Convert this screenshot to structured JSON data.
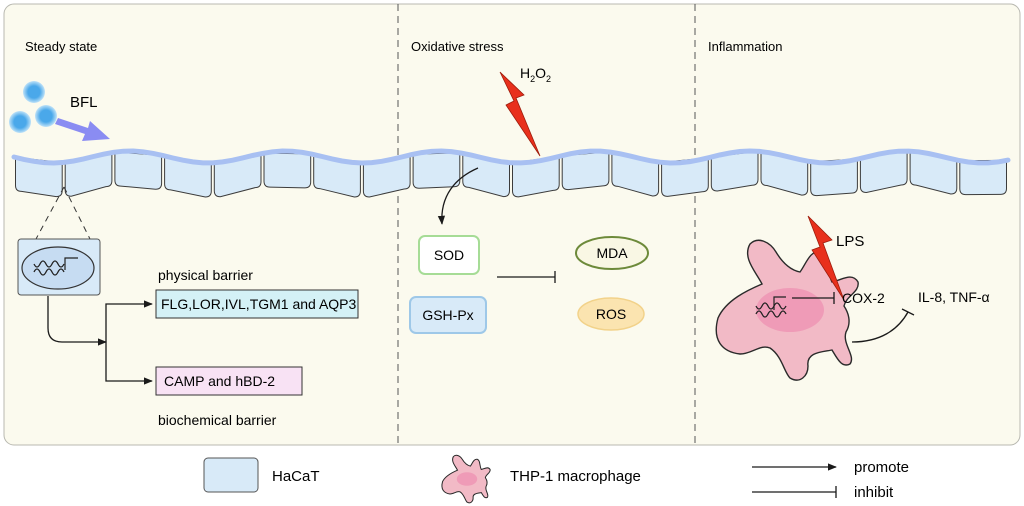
{
  "panels": [
    {
      "title": "Steady state"
    },
    {
      "title": "Oxidative stress"
    },
    {
      "title": "Inflammation"
    }
  ],
  "steady_state": {
    "agent": "BFL",
    "physical_barrier_label": "physical barrier",
    "physical_barrier_genes": "FLG,LOR,IVL,TGM1 and AQP3",
    "biochemical_barrier_label": "biochemical barrier",
    "biochemical_barrier_genes": "CAMP and hBD-2"
  },
  "oxidative_stress": {
    "stressor_base": "H",
    "stressor_sub1": "2",
    "stressor_mid": "O",
    "stressor_sub2": "2",
    "enzymes": [
      "SOD",
      "GSH-Px"
    ],
    "markers": [
      "MDA",
      "ROS"
    ]
  },
  "inflammation": {
    "stimulus": "LPS",
    "target": "COX-2",
    "cytokines": "IL-8, TNF-α"
  },
  "legend": {
    "hacat": "HaCaT",
    "macrophage": "THP-1 macrophage",
    "promote": "promote",
    "inhibit": "inhibit"
  },
  "colors": {
    "panel_bg": "#fbfaee",
    "cell_fill": "#d8eaf8",
    "membrane": "#a8c0f2",
    "bolt": "#e8301c",
    "bfl_arrow": "#8a8cf2",
    "dot": "#55b8ee",
    "macrophage": "#f2bac6"
  }
}
